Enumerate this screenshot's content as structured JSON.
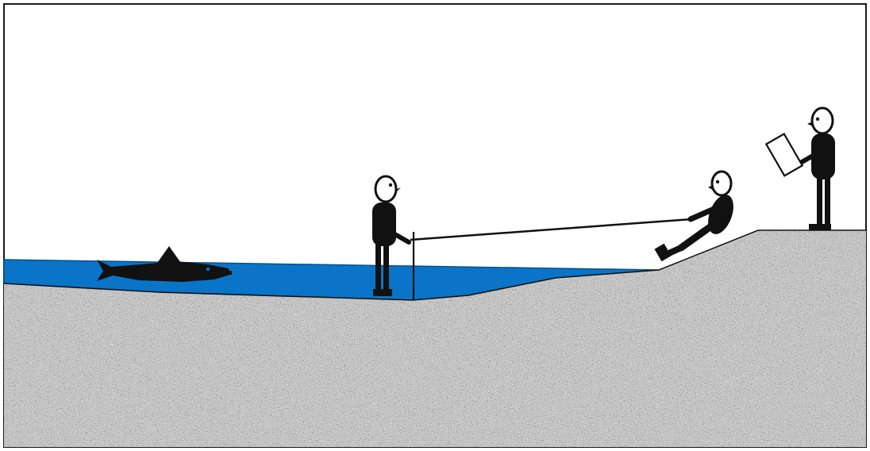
{
  "diagram": {
    "colors": {
      "background": "#ffffff",
      "water": "#0a74c8",
      "water_edge": "#06508c",
      "ground_base": "#8a8a8a",
      "figure": "#111111",
      "face": "#ffffff",
      "frame": "#1a1a1a"
    },
    "elements": [
      {
        "name": "fish",
        "icon": "fish-silhouette-icon"
      },
      {
        "name": "person-wading-with-staff",
        "icon": "standing-person-icon"
      },
      {
        "name": "person-seated-holding-line",
        "icon": "sitting-person-icon"
      },
      {
        "name": "person-with-clipboard",
        "icon": "standing-person-clipboard-icon"
      }
    ]
  }
}
